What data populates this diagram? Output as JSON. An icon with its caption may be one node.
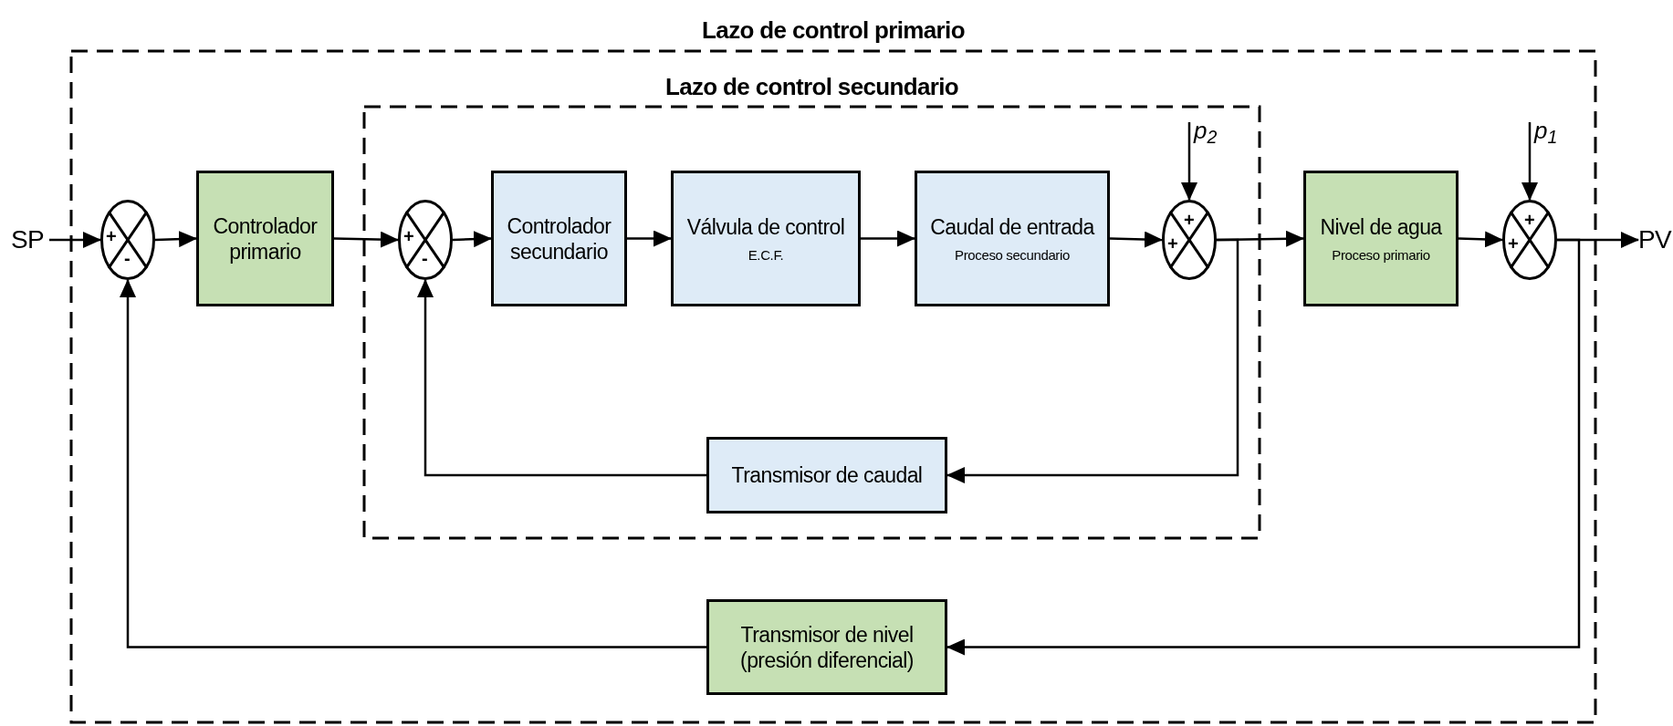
{
  "diagram": {
    "nodes": [
      {
        "text": [
          "Lazo de control primario"
        ]
      },
      {
        "text": [
          "SP"
        ]
      },
      {
        "text": [
          "+",
          "-"
        ],
        "in": 0
      },
      {
        "text": [
          "Controlador primario"
        ],
        "in": 0
      },
      {
        "text": [
          "Lazo de control secundario"
        ],
        "in": 0
      },
      {
        "text": [
          "+",
          "-"
        ],
        "in": 4
      },
      {
        "text": [
          "Controlador secundario"
        ],
        "in": 4
      },
      {
        "text": [
          "Válvula de control",
          "E.C.F."
        ],
        "in": 4
      },
      {
        "text": [
          "Caudal de entrada",
          "Proceso secundario"
        ],
        "in": 4
      },
      {
        "text": [
          "+",
          "+"
        ],
        "in": 4
      },
      {
        "text": [
          "Transmisor de caudal"
        ],
        "in": 4
      },
      {
        "text": [
          "Nivel de agua",
          "Proceso primario"
        ],
        "in": 0
      },
      {
        "text": [
          "+",
          "+"
        ],
        "in": 0
      },
      {
        "text": [
          "PV"
        ]
      },
      {
        "text": [
          "Transmisor de nivel (presión diferencial)"
        ],
        "in": 0
      },
      {
        "text": [
          "p$_{2}$"
        ],
        "in": 4
      },
      {
        "text": [
          "p$_{1}$"
        ],
        "in": 0
      }
    ],
    "edges": [
      {
        "from": 1,
        "to": 2,
        "arrow": "to"
      },
      {
        "from": 2,
        "to": 3,
        "arrow": "to"
      },
      {
        "from": 3,
        "to": 5,
        "arrow": "to"
      },
      {
        "from": 5,
        "to": 6,
        "arrow": "to"
      },
      {
        "from": 6,
        "to": 7,
        "arrow": "to"
      },
      {
        "from": 7,
        "to": 8,
        "arrow": "to"
      },
      {
        "from": 8,
        "to": 9,
        "arrow": "to"
      },
      {
        "from": 9,
        "to": 11,
        "arrow": "to"
      },
      {
        "from": 9,
        "to": 10,
        "arrow": "to"
      },
      {
        "from": 10,
        "to": 5,
        "arrow": "to"
      },
      {
        "from": 11,
        "to": 12,
        "arrow": "to"
      },
      {
        "from": 12,
        "to": 13,
        "arrow": "to"
      },
      {
        "from": 12,
        "to": 14,
        "arrow": "to"
      },
      {
        "from": 14,
        "to": 2,
        "arrow": "to"
      },
      {
        "from": 15,
        "to": 9,
        "arrow": "to"
      },
      {
        "from": 16,
        "to": 12,
        "arrow": "to"
      }
    ]
  }
}
